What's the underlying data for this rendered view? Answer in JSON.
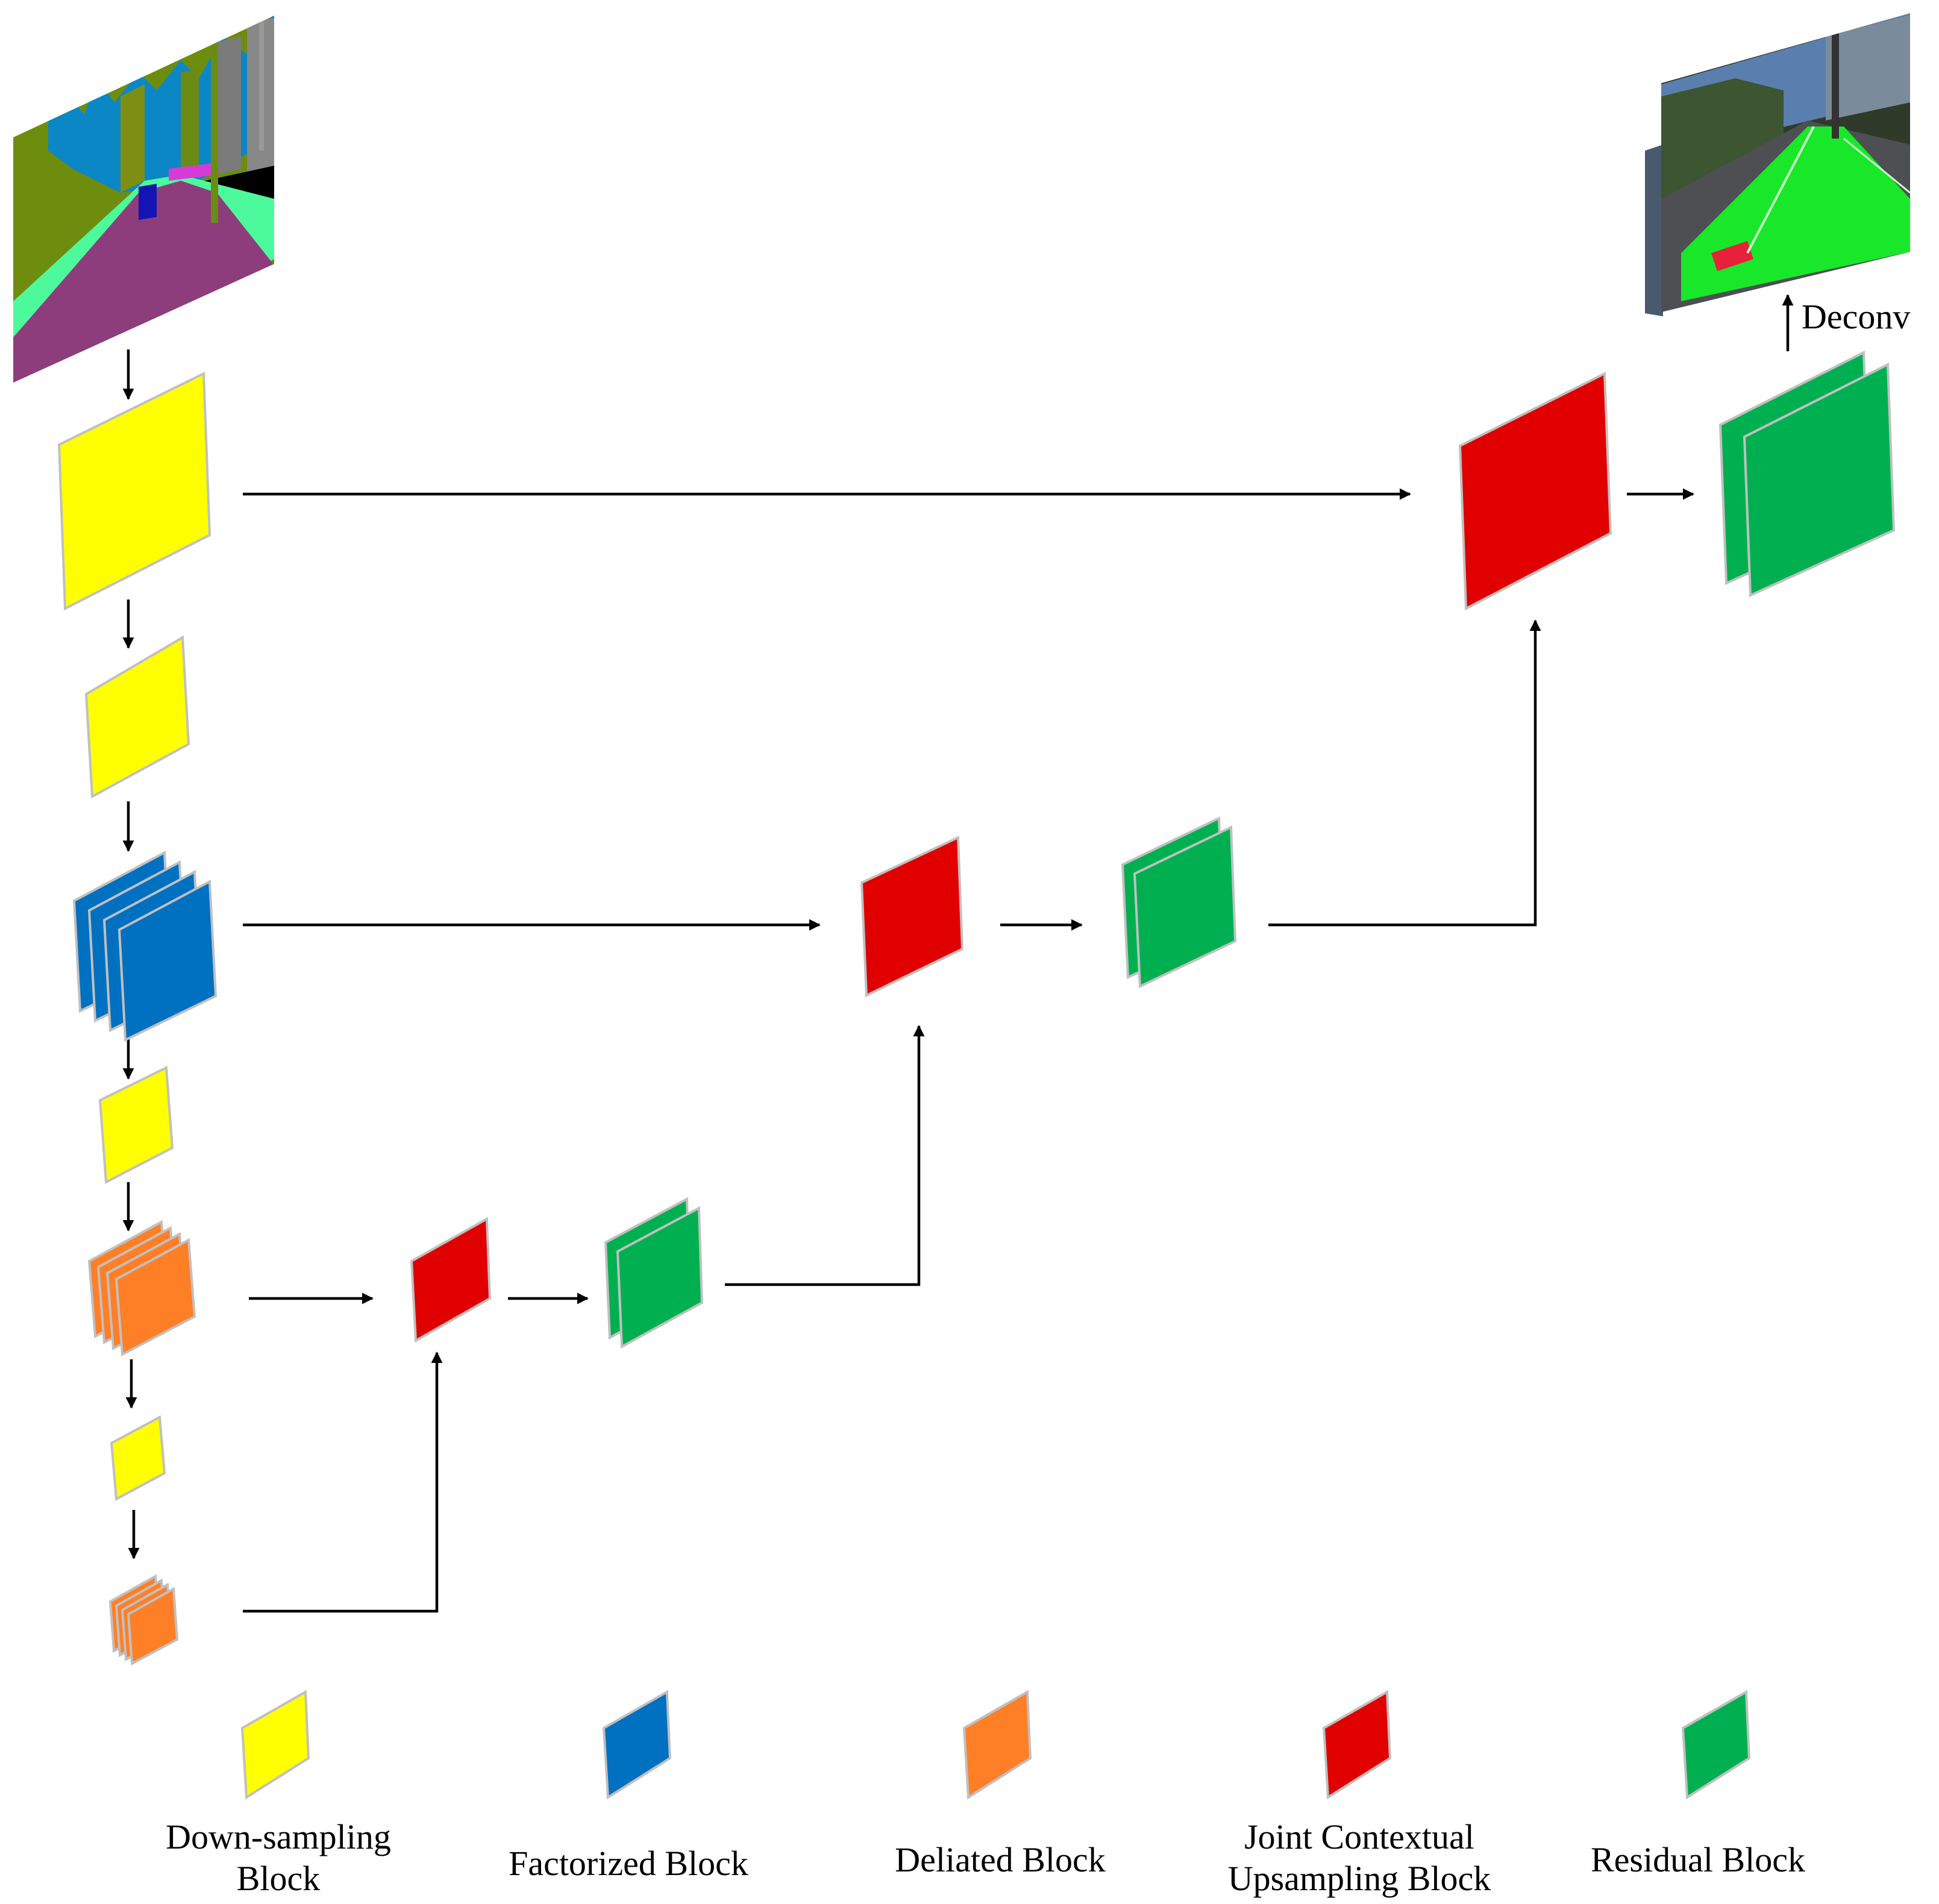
{
  "colors": {
    "downsampling": "#ffff00",
    "factorized": "#0070c0",
    "dilated": "#ff7f27",
    "jcu": "#e00000",
    "residual": "#00b050",
    "edge": "#c0c0c0",
    "arrow": "#000000"
  },
  "labels": {
    "deconv": "Deconv"
  },
  "legend": [
    {
      "key": "downsampling",
      "lines": [
        "Down-sampling",
        "Block"
      ]
    },
    {
      "key": "factorized",
      "lines": [
        "Factorized Block"
      ]
    },
    {
      "key": "dilated",
      "lines": [
        "Deliated Block"
      ]
    },
    {
      "key": "jcu",
      "lines": [
        "Joint Contextual",
        "Upsampling Block"
      ]
    },
    {
      "key": "residual",
      "lines": [
        "Residual Block"
      ]
    }
  ],
  "images": {
    "input": "segmentation-map-image",
    "output": "road-segmentation-overlay-image"
  }
}
